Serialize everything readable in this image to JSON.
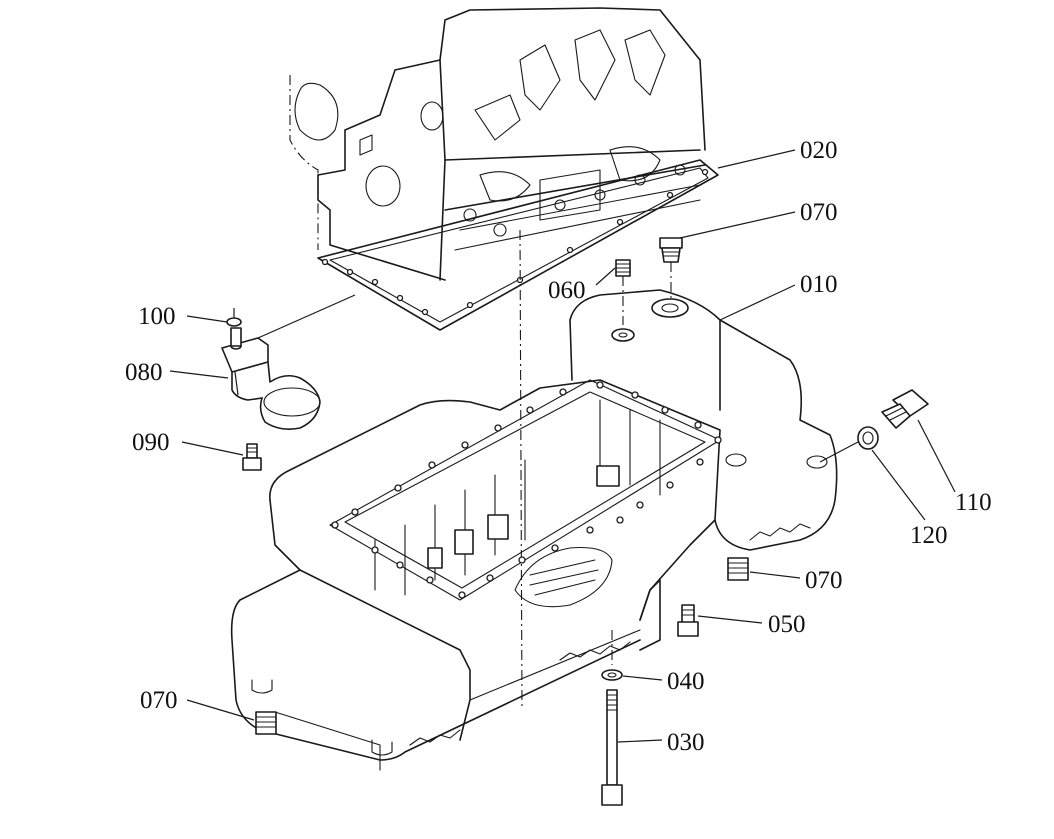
{
  "callouts": {
    "c020": "020",
    "c070_top": "070",
    "c060": "060",
    "c010": "010",
    "c100": "100",
    "c080": "080",
    "c090": "090",
    "c110": "110",
    "c120": "120",
    "c070_right": "070",
    "c050": "050",
    "c040": "040",
    "c070_left": "070",
    "c030": "030"
  },
  "icons": {
    "engine_block": "engine-block-icon",
    "gasket": "oil-pan-gasket-icon",
    "oil_pan": "oil-pan-icon",
    "strainer": "oil-strainer-icon"
  }
}
